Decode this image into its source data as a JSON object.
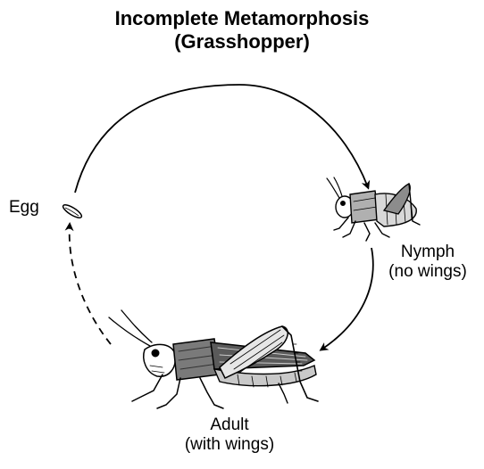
{
  "title": {
    "line1": "Incomplete Metamorphosis",
    "line2": "(Grasshopper)"
  },
  "stages": {
    "egg": {
      "label": "Egg"
    },
    "nymph": {
      "label": "Nymph",
      "sublabel": "(no wings)"
    },
    "adult": {
      "label": "Adult",
      "sublabel": "(with wings)"
    }
  },
  "colors": {
    "ink": "#000000",
    "background": "#ffffff"
  }
}
